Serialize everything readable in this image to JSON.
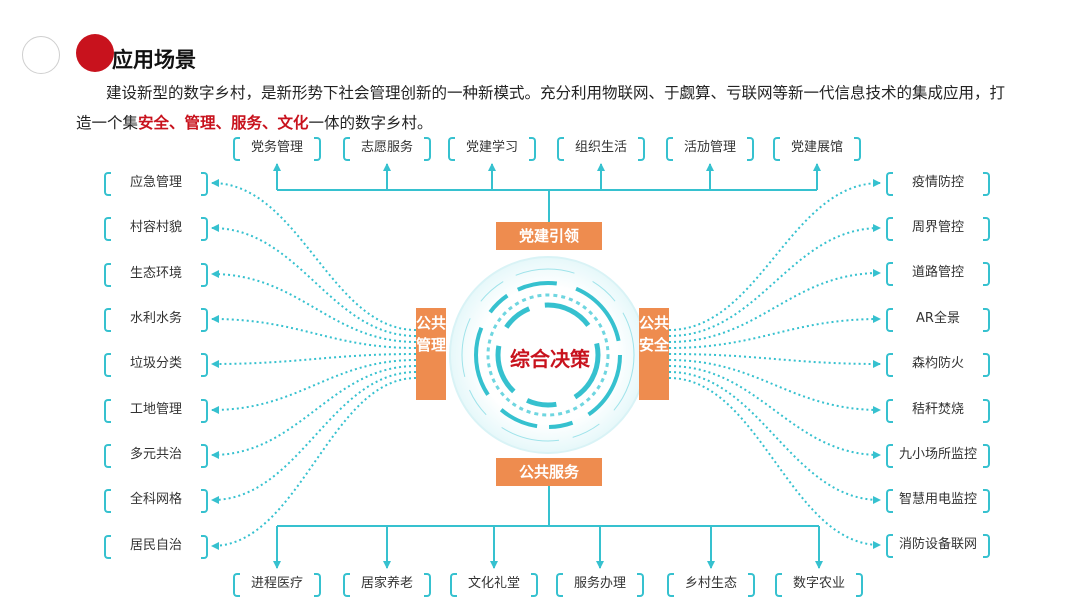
{
  "header": {
    "title": "应用场景",
    "intro_part1": "建设新型的数字乡村，是新形势下社会管理创新的一种新模式。充分利用物联网、于觑算、亏联网等新一代信息技术的集成应用，打造一个集",
    "intro_highlight": "安全、管理、服务、文化",
    "intro_part2": "一体的数字乡村。"
  },
  "diagram": {
    "center": "综合决策",
    "party": "党建引领",
    "mgmt": "公共管理",
    "safety": "公共安全",
    "service": "公共服务",
    "top_items": [
      "党务管理",
      "志愿服务",
      "党建学习",
      "组织生活",
      "活劢管理",
      "党建展馆"
    ],
    "left_items": [
      "应急管理",
      "村容村貌",
      "生态环境",
      "水利水务",
      "垃圾分类",
      "工地管理",
      "多元共治",
      "全科网格",
      "居民自治"
    ],
    "right_items": [
      "疫情防控",
      "周界管控",
      "道路管控",
      "AR全景",
      "森枃防火",
      "秸秆焚烧",
      "九小场所监控",
      "智慧用电监控",
      "消防设备联网"
    ],
    "bottom_items": [
      "进程医疗",
      "居家养老",
      "文化礼堂",
      "服务办理",
      "乡村生态",
      "数字农业"
    ]
  },
  "colors": {
    "accent": "#c8121d",
    "orange": "#ee8c4f",
    "teal": "#36c1cf"
  }
}
